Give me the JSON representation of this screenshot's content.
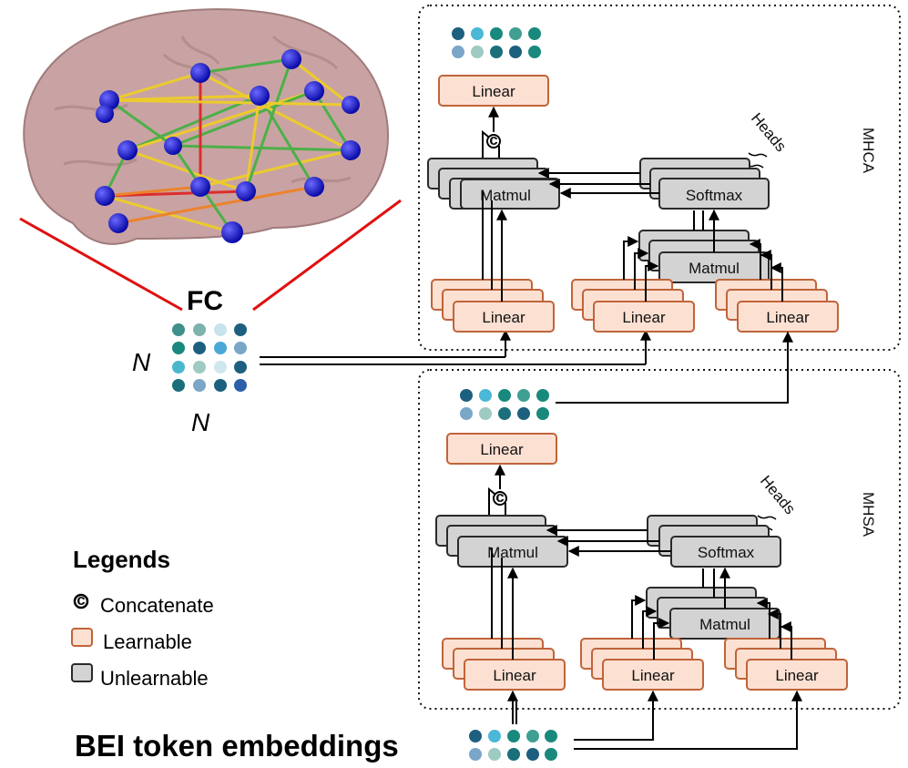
{
  "mhca": {
    "title": "MHCA",
    "heads": "Heads",
    "out_linear": "Linear",
    "matmul_main": "Matmul",
    "softmax": "Softmax",
    "matmul_inner": "Matmul",
    "linear_v": "Linear",
    "linear_q": "Linear",
    "linear_k": "Linear",
    "concat": "c"
  },
  "mhsa": {
    "title": "MHSA",
    "heads": "Heads",
    "out_linear": "Linear",
    "matmul_main": "Matmul",
    "softmax": "Softmax",
    "matmul_inner": "Matmul",
    "linear_v": "Linear",
    "linear_q": "Linear",
    "linear_k": "Linear",
    "concat": "c"
  },
  "fc": {
    "title": "FC",
    "rows_label": "N",
    "cols_label": "N"
  },
  "input": {
    "label": "BEI token embeddings"
  },
  "legend": {
    "title": "Legends",
    "concat_symbol": "c",
    "items": [
      {
        "label": "Concatenate"
      },
      {
        "label": "Learnable"
      },
      {
        "label": "Unlearnable"
      }
    ]
  },
  "colors": {
    "learnable_fill": "#fce0d2",
    "learnable_stroke": "#c0643a",
    "unlearnable_fill": "#d3d3d3",
    "fc_line": "#e01010",
    "brain": "#c9a3a3",
    "node": "#1a1adb"
  }
}
